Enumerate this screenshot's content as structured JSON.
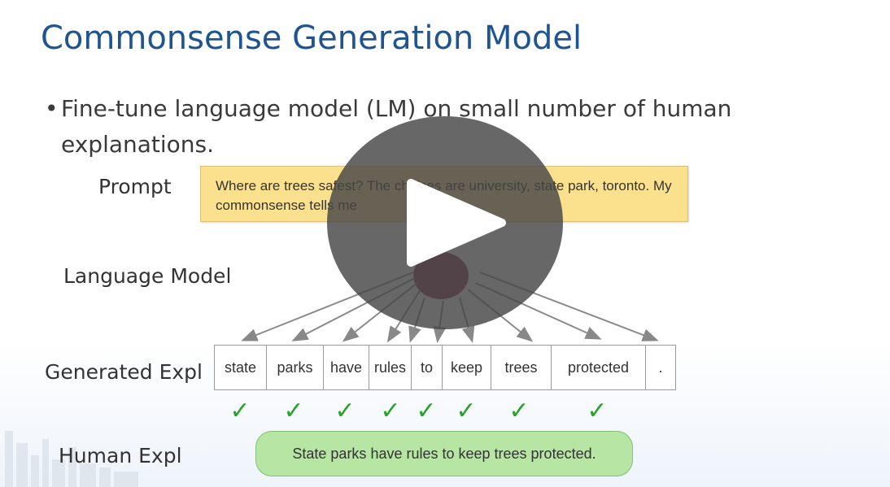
{
  "slide": {
    "title": "Commonsense Generation Model",
    "bullet_symbol": "•",
    "bullet_text": "Fine-tune language model (LM) on small number of human explanations.",
    "labels": {
      "prompt": "Prompt",
      "language_model": "Language Model",
      "generated": "Generated Expl",
      "human": "Human Expl"
    },
    "prompt_text": "Where are trees safest? The choices are university, state park, toronto. My commonsense tells me",
    "generated_tokens": [
      "state",
      "parks",
      "have",
      "rules",
      "to",
      "keep",
      "trees",
      "protected",
      "."
    ],
    "checkmarks": [
      "✓",
      "✓",
      "✓",
      "✓",
      "✓",
      "✓",
      "✓",
      "✓"
    ],
    "human_text": "State parks have rules to keep trees protected."
  },
  "video": {
    "play_icon": "play-icon"
  },
  "colors": {
    "title": "#1e5591",
    "prompt_box": "#fbe18e",
    "human_box": "#b6e5a4",
    "check": "#2aa32a",
    "lm_node": "#8b3a55"
  }
}
